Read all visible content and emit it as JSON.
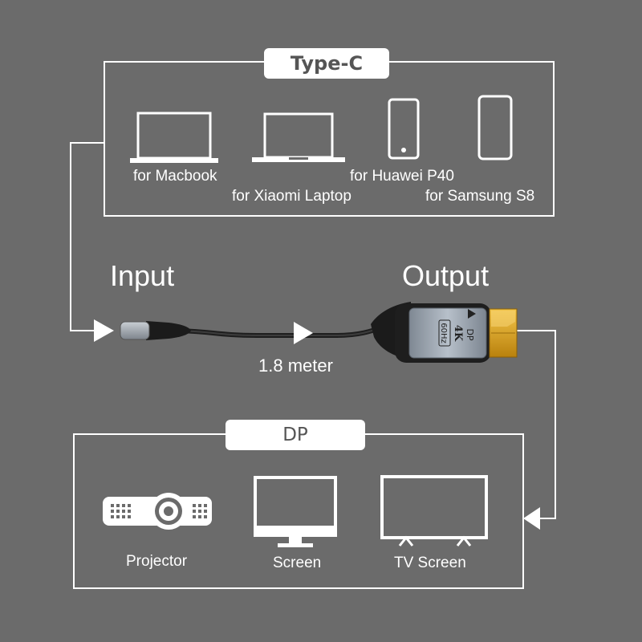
{
  "colors": {
    "background": "#6b6b6b",
    "line": "#ffffff",
    "tag_bg": "#ffffff",
    "tag_text": "#555555",
    "plug_gold": "#e0a520",
    "shell_silver": "#9aa4b0",
    "cable": "#1e1e1e"
  },
  "source_group": {
    "title": "Type-C",
    "devices": [
      {
        "label": "for Macbook",
        "icon": "laptop-icon"
      },
      {
        "label": "for Xiaomi Laptop",
        "icon": "laptop-icon"
      },
      {
        "label": "for Huawei P40",
        "icon": "phone-icon"
      },
      {
        "label": "for Samsung S8",
        "icon": "phone-icon"
      }
    ]
  },
  "cable": {
    "input_label": "Input",
    "output_label": "Output",
    "length_label": "1.8 meter",
    "plug_text": {
      "line1": "DP",
      "line2": "4K",
      "line3": "60Hz"
    }
  },
  "target_group": {
    "title": "DP",
    "devices": [
      {
        "label": "Projector",
        "icon": "projector-icon"
      },
      {
        "label": "Screen",
        "icon": "monitor-icon"
      },
      {
        "label": "TV Screen",
        "icon": "tv-icon"
      }
    ]
  }
}
